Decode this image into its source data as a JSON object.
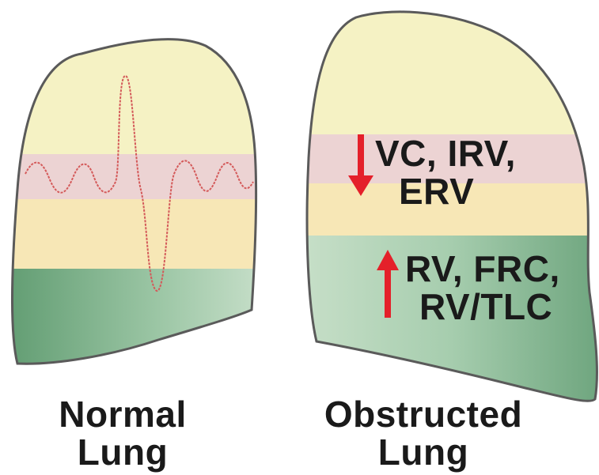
{
  "lungs": [
    {
      "id": "normal",
      "caption_line1": "Normal",
      "caption_line2": "Lung"
    },
    {
      "id": "obstructed",
      "caption_line1": "Obstructed",
      "caption_line2": "Lung",
      "decreased": {
        "direction": "down",
        "line1": "VC, IRV,",
        "line2": "ERV"
      },
      "increased": {
        "direction": "up",
        "line1": "RV, FRC,",
        "line2": "RV/TLC"
      }
    }
  ],
  "colors": {
    "top_band": "#f5f2c4",
    "pink_band": "#ecd3d3",
    "yellow_band": "#f7e7b6",
    "green_band": "#9fc9a8",
    "green_dark": "#6ea57e",
    "outline": "#5a5a5a",
    "arrow": "#e4202a",
    "waveform": "#d45a5a"
  }
}
